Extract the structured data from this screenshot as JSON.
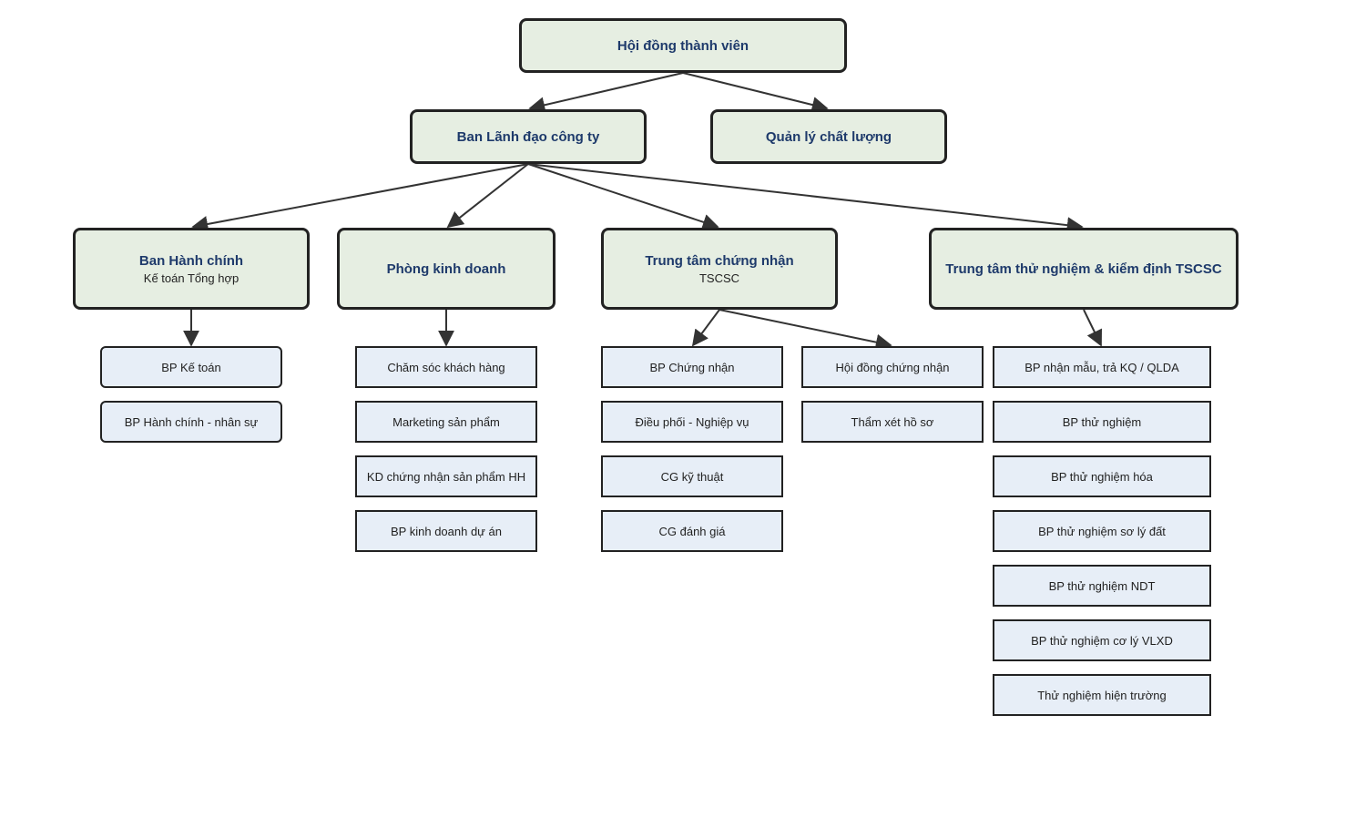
{
  "colors": {
    "main_fill": "#e6eee2",
    "sub_fill": "#e7eef7",
    "title_text": "#1e3a6b",
    "stroke": "#222222"
  },
  "nodes": {
    "board": {
      "label": "Hội đồng thành viên"
    },
    "leadership": {
      "label": "Ban Lãnh đạo công ty"
    },
    "quality": {
      "label": "Quản lý chất lượng"
    },
    "admin": {
      "label": "Ban Hành chính",
      "sublabel": "Kế toán Tổng hợp"
    },
    "sales": {
      "label": "Phòng kinh doanh"
    },
    "cert_center": {
      "label": "Trung tâm chứng nhận",
      "sublabel": "TSCSC"
    },
    "test_center": {
      "label": "Trung tâm thử nghiệm & kiểm định TSCSC"
    }
  },
  "admin_units": [
    "BP Kế toán",
    "BP Hành chính - nhân sự"
  ],
  "sales_units": [
    "Chăm sóc khách hàng",
    "Marketing sản phẩm",
    "KD chứng nhận sản phẩm HH",
    "BP kinh doanh dự án"
  ],
  "cert_units_left": [
    "BP Chứng nhận",
    "Điều phối - Nghiệp vụ",
    "CG kỹ thuật",
    "CG đánh giá"
  ],
  "cert_units_right": [
    "Hội đồng chứng nhận",
    "Thẩm xét hồ sơ"
  ],
  "test_units": [
    "BP nhận mẫu, trả KQ / QLDA",
    "BP thử nghiệm",
    "BP thử nghiệm hóa",
    "BP thử nghiệm sơ lý đất",
    "BP thử nghiệm NDT",
    "BP thử nghiệm cơ lý VLXD",
    "Thử nghiệm hiện trường"
  ]
}
